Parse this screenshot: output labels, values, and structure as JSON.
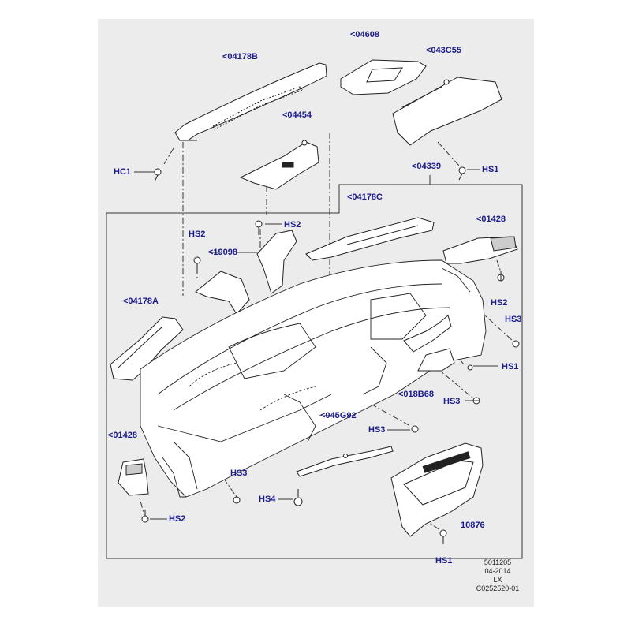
{
  "diagram": {
    "colors": {
      "background": "#ececec",
      "label": "#1a1a8c",
      "part_fill": "#ffffff",
      "part_stroke": "#222222",
      "highlight_leader": "#d00000"
    },
    "part_labels": {
      "upper_pad_04178B": "<04178B",
      "hc1": "HC1",
      "cover_04608": "<04608",
      "cover_043C55": "<043C55",
      "hs1_top": "HS1",
      "bracket_04454": "<04454",
      "group_04339": "<04339",
      "trim_04178C": "<04178C",
      "hs2_center": "HS2",
      "vent_01428_right": "<01428",
      "hs2_left": "HS2",
      "duct_19098": "<19098",
      "hs2_right": "HS2",
      "hs3_right_top": "HS3",
      "side_04178A": "<04178A",
      "hs1_right": "HS1",
      "bracket_018B68": "<018B68",
      "hs3_right_mid": "HS3",
      "beam_045G92": "<045G92",
      "hs3_center": "HS3",
      "vent_01428_left": "<01428",
      "hs3_left": "HS3",
      "hs4": "HS4",
      "hs2_bottom": "HS2",
      "console_10876": "10876",
      "hs1_bottom": "HS1"
    },
    "stamp": [
      "5011205",
      "04-2014",
      "LX",
      "C0252520-01"
    ]
  }
}
